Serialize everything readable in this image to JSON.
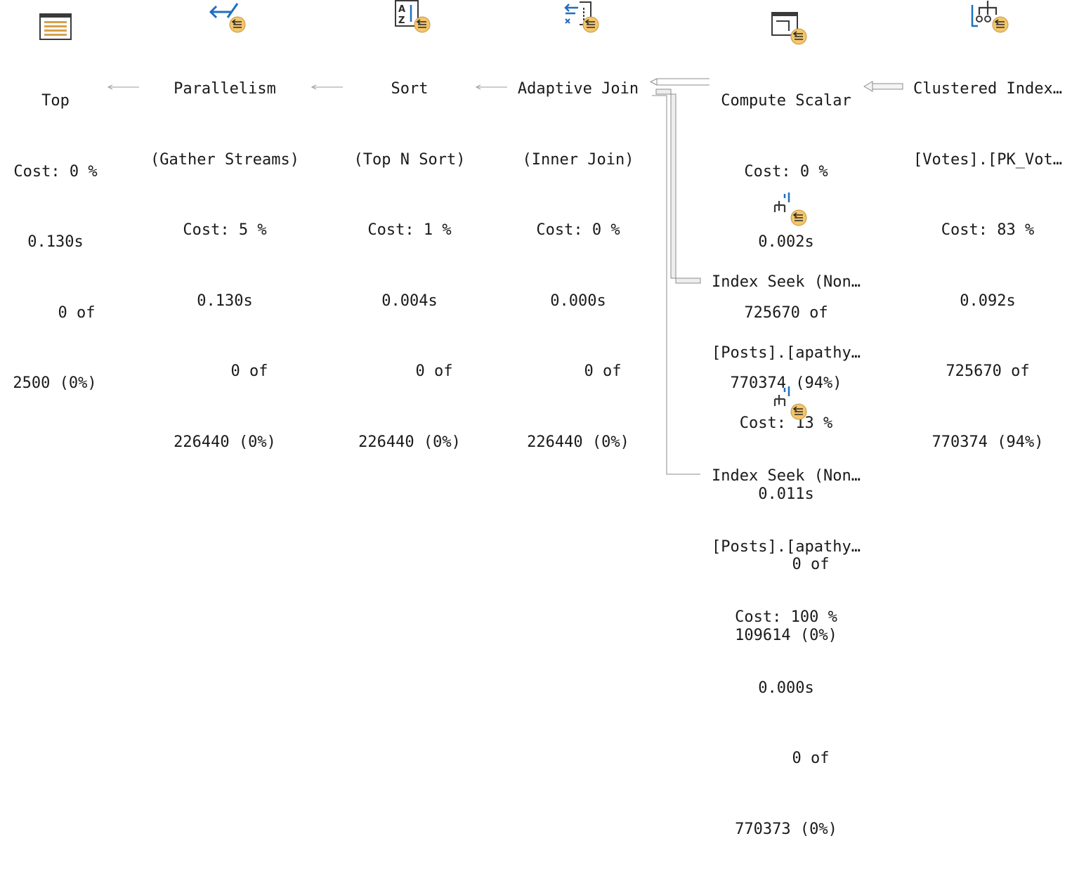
{
  "nodes": {
    "top": {
      "title": "Top",
      "cost": "Cost: 0 %",
      "time": "0.130s",
      "rows1": "0 of",
      "rows2": "2500 (0%)"
    },
    "parallelism": {
      "title": "Parallelism",
      "subtitle": "(Gather Streams)",
      "cost": "Cost: 5 %",
      "time": "0.130s",
      "rows1": "0 of",
      "rows2": "226440 (0%)"
    },
    "sort": {
      "title": "Sort",
      "subtitle": "(Top N Sort)",
      "cost": "Cost: 1 %",
      "time": "0.004s",
      "rows1": "0 of",
      "rows2": "226440 (0%)"
    },
    "adaptive_join": {
      "title": "Adaptive Join",
      "subtitle": "(Inner Join)",
      "cost": "Cost: 0 %",
      "time": "0.000s",
      "rows1": "0 of",
      "rows2": "226440 (0%)"
    },
    "compute_scalar": {
      "title": "Compute Scalar",
      "cost": "Cost: 0 %",
      "time": "0.002s",
      "rows1": "725670 of",
      "rows2": "770374 (94%)"
    },
    "clustered_index": {
      "title": "Clustered Index…",
      "subtitle": "[Votes].[PK_Vot…",
      "cost": "Cost: 83 %",
      "time": "0.092s",
      "rows1": "725670 of",
      "rows2": "770374 (94%)"
    },
    "index_seek_1": {
      "title": "Index Seek (Non…",
      "subtitle": "[Posts].[apathy…",
      "cost": "Cost: 13 %",
      "time": "0.011s",
      "rows1": "0 of",
      "rows2": "109614 (0%)"
    },
    "index_seek_2": {
      "title": "Index Seek (Non…",
      "subtitle": "[Posts].[apathy…",
      "cost": "Cost: 100 %",
      "time": "0.000s",
      "rows1": "0 of",
      "rows2": "770373 (0%)"
    }
  },
  "icons": {
    "top": "top-operator-icon",
    "parallelism": "parallelism-operator-icon",
    "sort": "sort-operator-icon",
    "adaptive_join": "adaptive-join-operator-icon",
    "compute_scalar": "compute-scalar-operator-icon",
    "clustered_index": "clustered-index-scan-icon",
    "index_seek": "index-seek-operator-icon",
    "parallel_badge": "parallel-badge-icon"
  },
  "colors": {
    "icon_blue": "#1e6fc1",
    "badge_fill": "#f3c66b",
    "badge_stroke": "#c8963e",
    "arrow": "#8c8c8c"
  }
}
